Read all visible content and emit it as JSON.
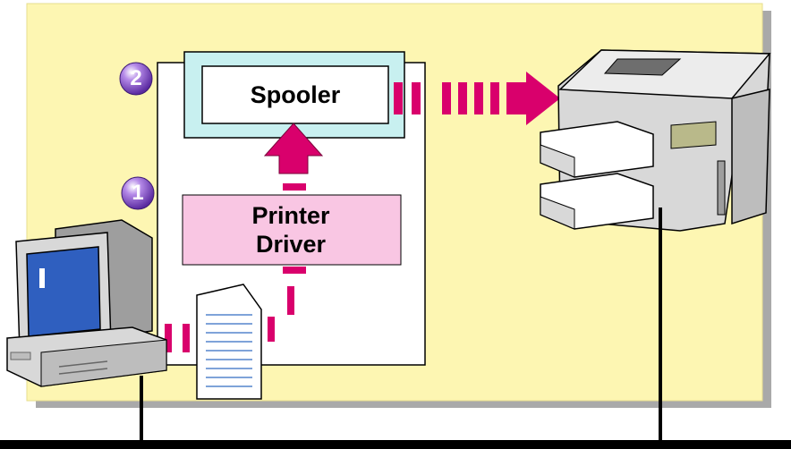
{
  "diagram": {
    "spooler_label": "Spooler",
    "printer_driver_label": "Printer\nDriver",
    "step_1": "1",
    "step_2": "2",
    "colors": {
      "panel_fill": "#fdf6b2",
      "panel_shadow": "#a9a9a9",
      "spooler_frame": "#c8f0f0",
      "driver_fill": "#f9c6e3",
      "arrow": "#d9006c",
      "badge": "#8a4fd0",
      "monitor_screen": "#2f5fbf",
      "device_body": "#d8d8d8"
    }
  }
}
